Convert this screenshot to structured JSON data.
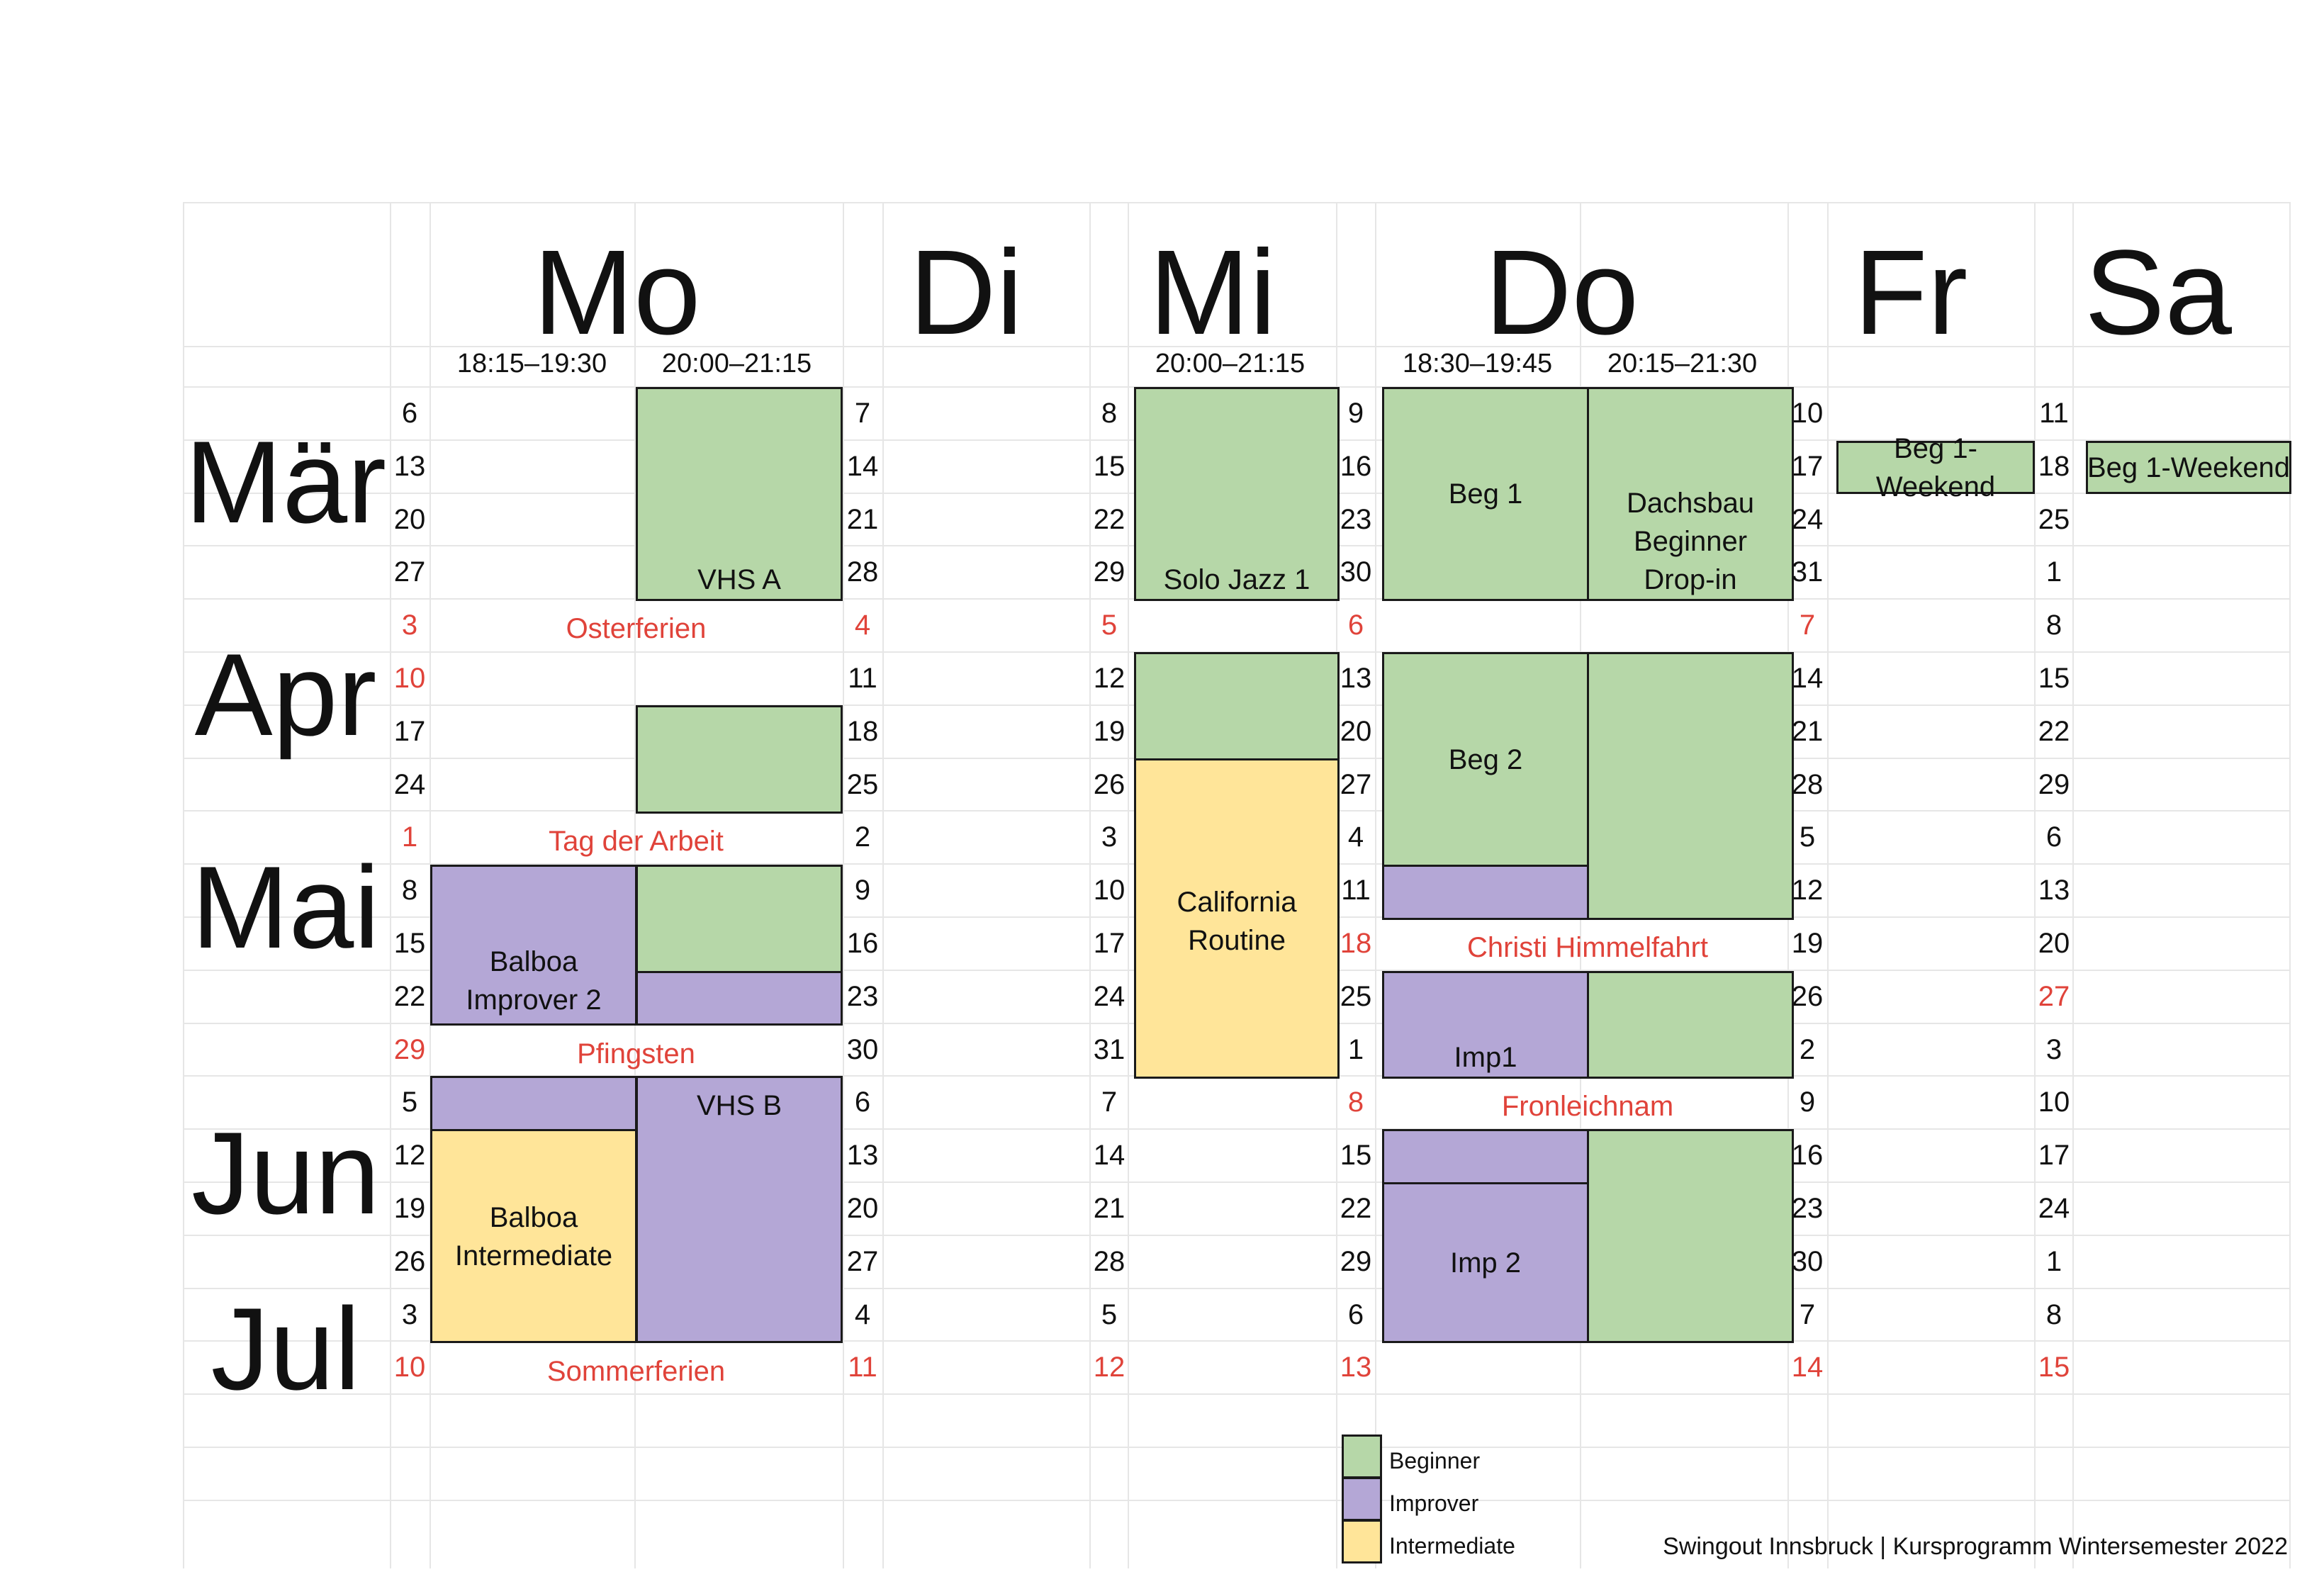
{
  "days": [
    "Mo",
    "Di",
    "Mi",
    "Do",
    "Fr",
    "Sa"
  ],
  "times": [
    "18:15–19:30",
    "20:00–21:15",
    "20:00–21:15",
    "18:30–19:45",
    "20:15–21:30"
  ],
  "months": [
    "Mär",
    "Apr",
    "Mai",
    "Jun",
    "Jul"
  ],
  "dates": {
    "mo": [
      "6",
      "13",
      "20",
      "27",
      "3",
      "10",
      "17",
      "24",
      "1",
      "8",
      "15",
      "22",
      "29",
      "5",
      "12",
      "19",
      "26",
      "3",
      "10"
    ],
    "di": [
      "7",
      "14",
      "21",
      "28",
      "4",
      "11",
      "18",
      "25",
      "2",
      "9",
      "16",
      "23",
      "30",
      "6",
      "13",
      "20",
      "27",
      "4",
      "11"
    ],
    "mi": [
      "8",
      "15",
      "22",
      "29",
      "5",
      "12",
      "19",
      "26",
      "3",
      "10",
      "17",
      "24",
      "31",
      "7",
      "14",
      "21",
      "28",
      "5",
      "12"
    ],
    "do": [
      "9",
      "16",
      "23",
      "30",
      "6",
      "13",
      "20",
      "27",
      "4",
      "11",
      "18",
      "25",
      "1",
      "8",
      "15",
      "22",
      "29",
      "6",
      "13"
    ],
    "fr": [
      "10",
      "17",
      "24",
      "31",
      "7",
      "14",
      "21",
      "28",
      "5",
      "12",
      "19",
      "26",
      "2",
      "9",
      "16",
      "23",
      "30",
      "7",
      "14"
    ],
    "sa": [
      "11",
      "18",
      "25",
      "1",
      "8",
      "15",
      "22",
      "29",
      "6",
      "13",
      "20",
      "27",
      "3",
      "10",
      "17",
      "24",
      "1",
      "8",
      "15"
    ]
  },
  "holiday_dates": {
    "mo": [
      4,
      5,
      8,
      12,
      18
    ],
    "di": [
      4,
      18
    ],
    "mi": [
      4,
      18
    ],
    "do": [
      4,
      10,
      13,
      18
    ],
    "fr": [
      4,
      18
    ],
    "sa": [
      11,
      18
    ]
  },
  "holidays": {
    "osterferien": "Osterferien",
    "tag_der_arbeit": "Tag der Arbeit",
    "pfingsten": "Pfingsten",
    "sommerferien": "Sommerferien",
    "christi_himmelfahrt": "Christi Himmelfahrt",
    "fronleichnam": "Fronleichnam"
  },
  "courses": {
    "vhs_a": "VHS A",
    "solo_jazz_1": "Solo Jazz 1",
    "beg_1": "Beg 1",
    "dachsbau": "Dachsbau\nBeginner\nDrop-in",
    "beg1_weekend_fr": "Beg 1-Weekend",
    "beg1_weekend_sa": "Beg 1-Weekend",
    "beg_2": "Beg 2",
    "california_routine": "California\nRoutine",
    "balboa_improver_2": "Balboa\nImprover 2",
    "imp1": "Imp1",
    "vhs_b": "VHS B",
    "balboa_intermediate": "Balboa\nIntermediate",
    "imp_2": "Imp 2"
  },
  "legend": [
    {
      "label": "Beginner",
      "color": "#b6d7a8"
    },
    {
      "label": "Improver",
      "color": "#b4a7d6"
    },
    {
      "label": "Intermediate",
      "color": "#ffe599"
    }
  ],
  "footer": "Swingout Innsbruck | Kursprogramm Wintersemester 2022",
  "colors": {
    "beginner": "#b6d7a8",
    "improver": "#b4a7d6",
    "intermediate": "#ffe599",
    "holiday_text": "#e0433a",
    "grid": "#e6e6e6"
  }
}
